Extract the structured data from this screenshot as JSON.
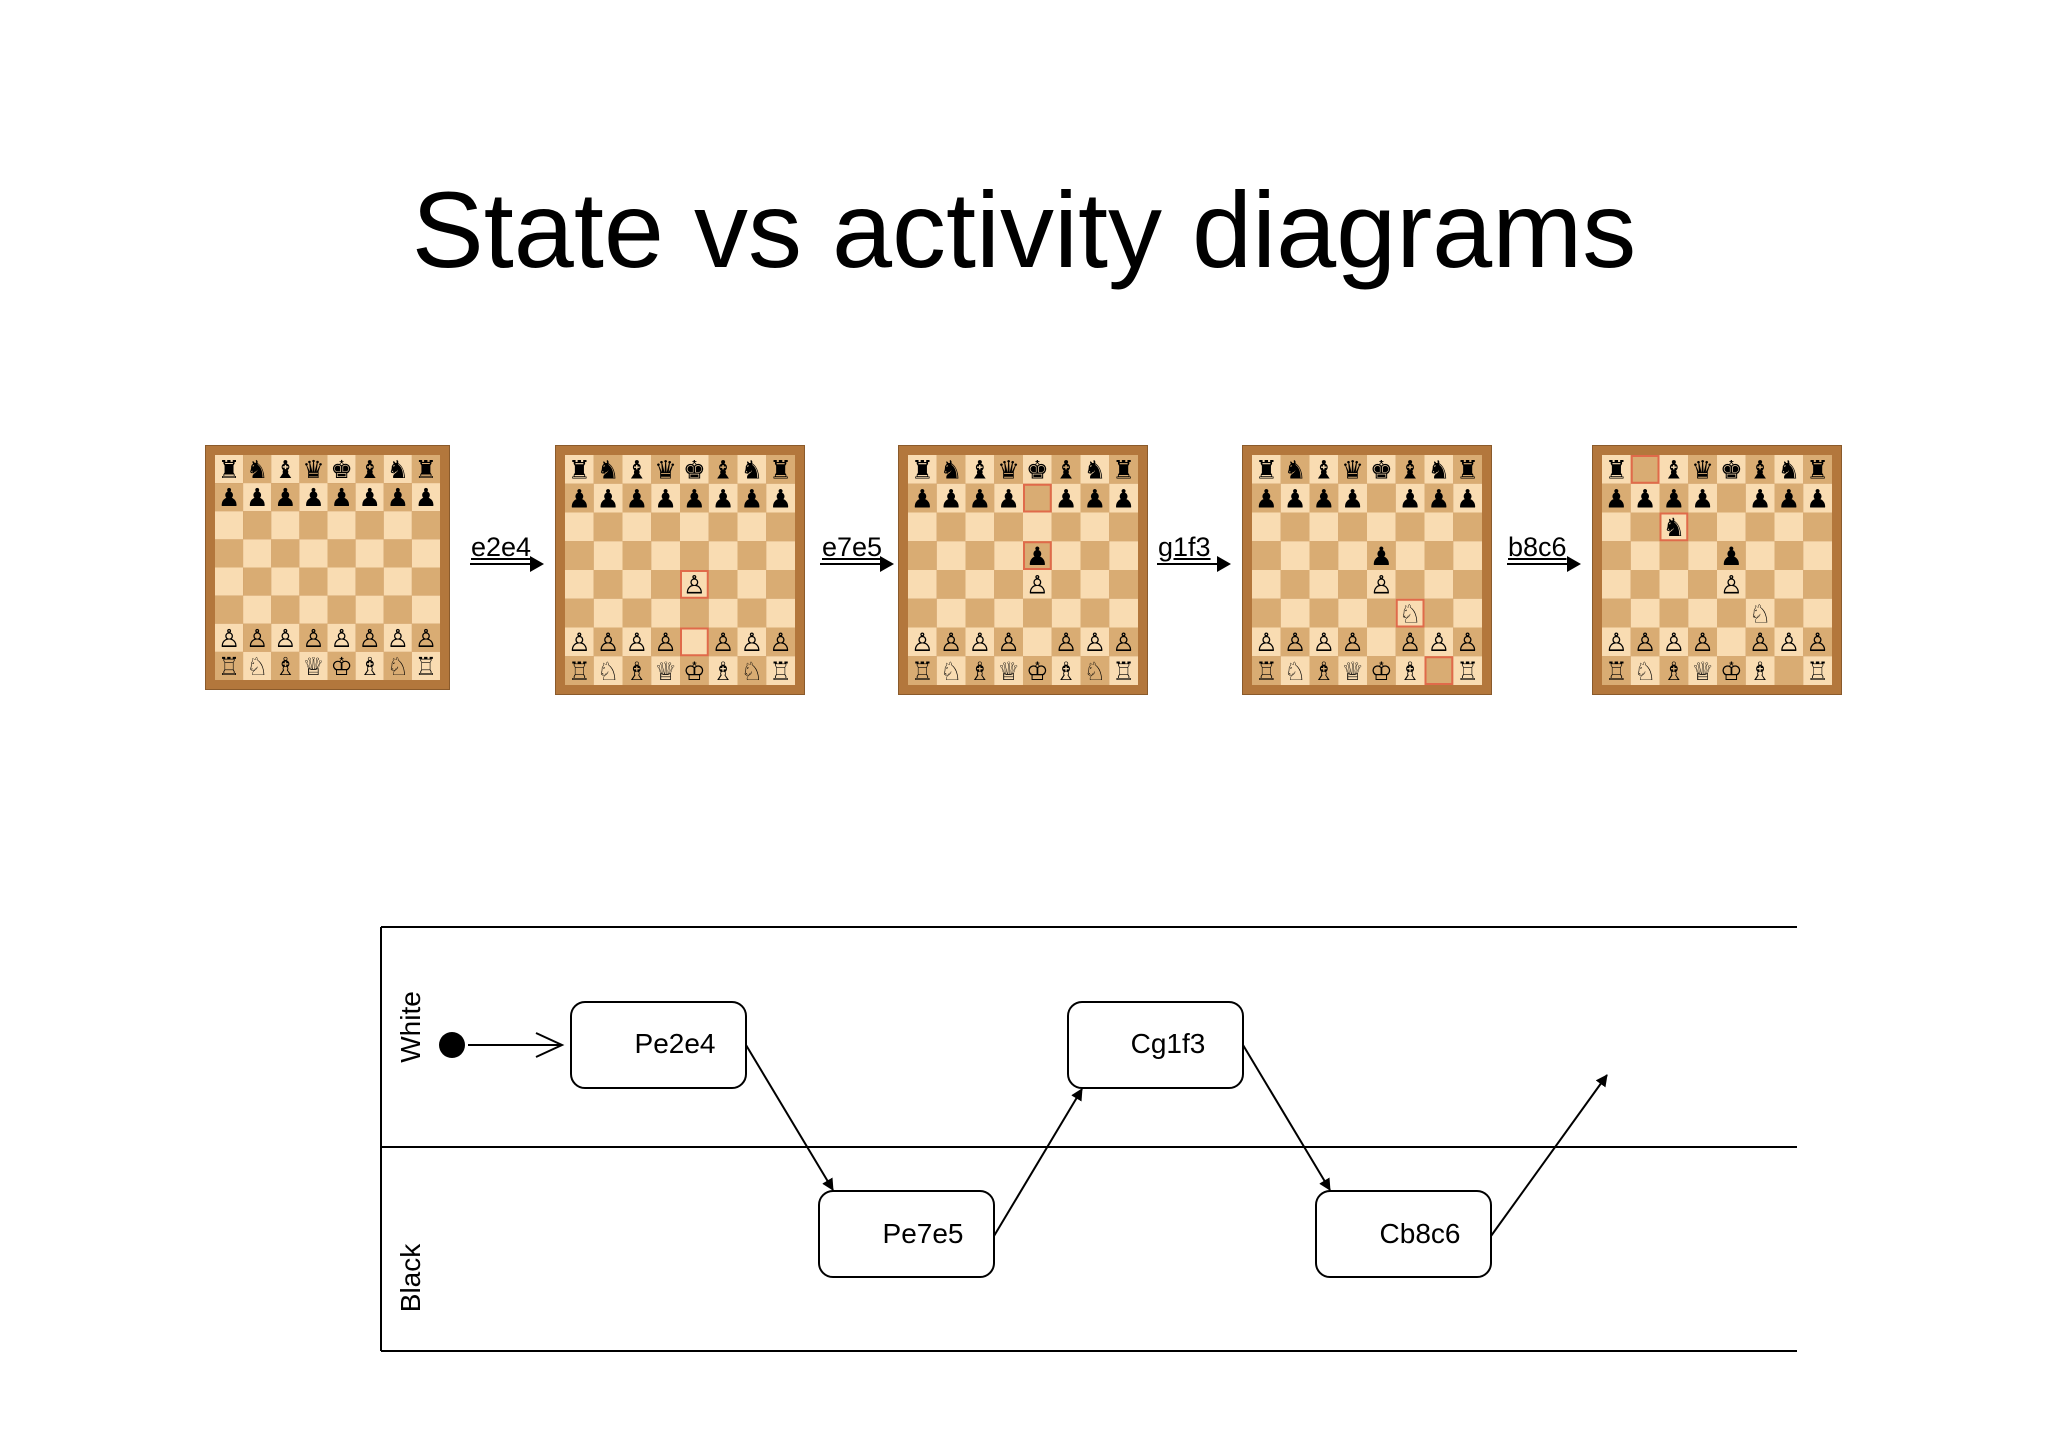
{
  "slide": {
    "title": "State vs activity diagrams"
  },
  "pieces": {
    "K": "♔",
    "Q": "♕",
    "R": "♖",
    "B": "♗",
    "N": "♘",
    "P": "♙",
    "k": "♚",
    "q": "♛",
    "r": "♜",
    "b": "♝",
    "n": "♞",
    "p": "♟"
  },
  "colors": {
    "light_square": "#f9dcb2",
    "dark_square": "#d9ac73",
    "frame": "#b3773c",
    "frame_dark": "#8a5a2b",
    "highlight": "#e06a4a"
  },
  "boards": [
    {
      "fen": "rnbqkbnr/pppppppp/8/8/8/8/PPPPPPPP/RNBQKBNR",
      "highlight": []
    },
    {
      "fen": "rnbqkbnr/pppppppp/8/8/4P3/8/PPPP1PPP/RNBQKBNR",
      "highlight": [
        "e2",
        "e4"
      ]
    },
    {
      "fen": "rnbqkbnr/pppp1ppp/8/4p3/4P3/8/PPPP1PPP/RNBQKBNR",
      "highlight": [
        "e7",
        "e5"
      ]
    },
    {
      "fen": "rnbqkbnr/pppp1ppp/8/4p3/4P3/5N2/PPPP1PPP/RNBQKB1R",
      "highlight": [
        "g1",
        "f3"
      ]
    },
    {
      "fen": "r1bqkbnr/pppp1ppp/2n5/4p3/4P3/5N2/PPPP1PPP/RNBQKB1R",
      "highlight": [
        "b8",
        "c6"
      ]
    }
  ],
  "moves": [
    "e2e4",
    "e7e5",
    "g1f3",
    "b8c6"
  ],
  "activity": {
    "lanes": [
      "White",
      "Black"
    ],
    "nodes": [
      "Pe2e4",
      "Pe7e5",
      "Cg1f3",
      "Cb8c6"
    ]
  }
}
